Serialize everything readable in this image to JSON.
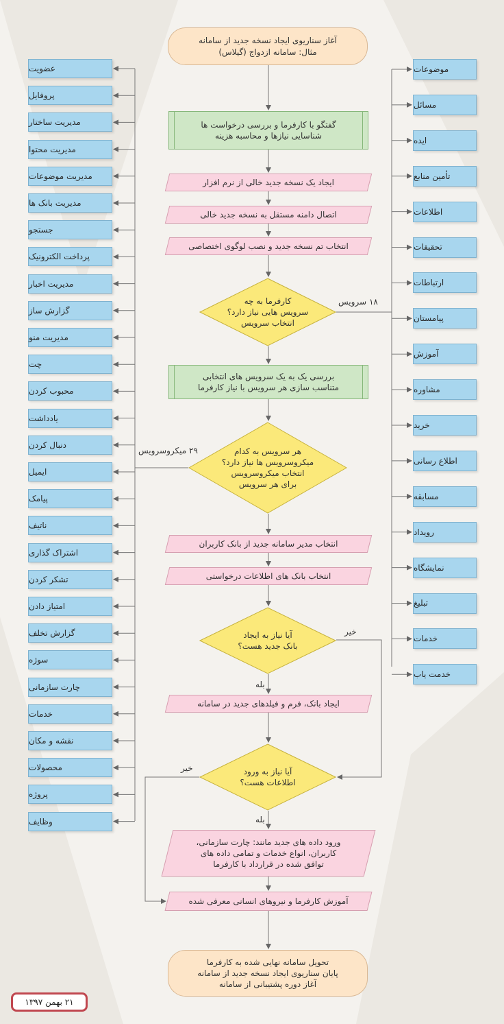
{
  "start": "آغاز سناریوی ایجاد نسخه جدید از سامانه\nمثال: سامانه ازدواج (گیلاس)",
  "steps": {
    "s1": "گفتگو با کارفرما و بررسی درخواست ها\nشناسایی نیازها و محاسبه هزینه",
    "s2": "ایجاد یک نسخه جدید خالی از نرم افزار",
    "s3": "اتصال دامنه مستقل به نسخه جدید خالی",
    "s4": "انتخاب تم نسخه جدید و نصب لوگوی اختصاصی",
    "d1": "کارفرما به چه\nسرویس هایی نیاز دارد؟\nانتخاب سرویس",
    "s5": "بررسی یک به یک سرویس های انتخابی\nمتناسب سازی هر سرویس با نیاز کارفرما",
    "d2": "هر سرویس به کدام\nمیکروسرویس ها نیاز دارد؟\nانتخاب میکروسرویس\nبرای هر سرویس",
    "s6": "انتخاب مدیر سامانه جدید از بانک کاربران",
    "s7": "انتخاب بانک های اطلاعات درخواستی",
    "d3": "آیا نیاز به ایجاد\nبانک جدید هست؟",
    "s8": "ایجاد بانک، فرم و فیلدهای جدید در سامانه",
    "d4": "آیا نیاز به ورود\nاطلاعات هست؟",
    "s9": "ورود داده های جدید مانند: چارت سازمانی،\nکاربران، انواع خدمات و تمامی داده های\nتوافق شده در قرارداد با کارفرما",
    "s10": "آموزش کارفرما و نیروهای انسانی معرفی شده"
  },
  "end": "تحویل سامانه نهایی شده به کارفرما\nپایان سناریوی ایجاد نسخه جدید از سامانه\nآغاز دوره پشتیبانی از سامانه",
  "labels": {
    "services": "۱۸ سرویس",
    "microservices": "۲۹ میکروسرویس",
    "yes": "بله",
    "no": "خیر"
  },
  "services": [
    "موضوعات",
    "مسائل",
    "ایده",
    "تأمین منابع",
    "اطلاعات",
    "تحقیقات",
    "ارتباطات",
    "پیامستان",
    "آموزش",
    "مشاوره",
    "خرید",
    "اطلاع رسانی",
    "مسابقه",
    "رویداد",
    "نمایشگاه",
    "تبلیغ",
    "خدمات",
    "خدمت یاب"
  ],
  "microservices": [
    "عضویت",
    "پروفایل",
    "مدیریت ساختار",
    "مدیریت محتوا",
    "مدیریت موضوعات",
    "مدیریت بانک ها",
    "جستجو",
    "پرداخت الکترونیک",
    "مدیریت اخبار",
    "گزارش ساز",
    "مدیریت منو",
    "چت",
    "محبوب کردن",
    "یادداشت",
    "دنبال کردن",
    "ایمیل",
    "پیامک",
    "ناتیف",
    "اشتراک گذاری",
    "تشکر کردن",
    "امتیاز دادن",
    "گزارش تخلف",
    "سوژه",
    "چارت سازمانی",
    "خدمات",
    "نقشه و مکان",
    "محصولات",
    "پروژه",
    "وظایف"
  ],
  "date": "۲۱ بهمن ۱۳۹۷",
  "colors": {
    "terminal": "#fde5c8",
    "process": "#cfe7c6",
    "io": "#fad4e0",
    "decision": "#fbe97a",
    "side": "#a8d6ee",
    "date_border": "#c0474f"
  }
}
